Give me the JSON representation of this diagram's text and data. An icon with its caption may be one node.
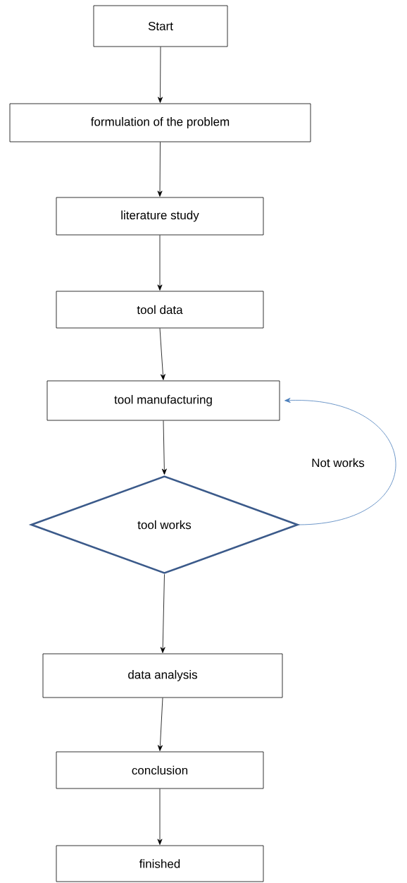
{
  "diagram": {
    "nodes": [
      {
        "text": [
          "Start"
        ]
      },
      {
        "text": [
          "formulation of the problem"
        ]
      },
      {
        "text": [
          "literature study"
        ]
      },
      {
        "text": [
          "tool data"
        ]
      },
      {
        "text": [
          "tool manufacturing"
        ]
      },
      {
        "text": [
          "tool works"
        ]
      },
      {
        "text": [
          "data analysis"
        ]
      },
      {
        "text": [
          "conclusion"
        ]
      },
      {
        "text": [
          "finished"
        ]
      }
    ],
    "edges": [
      {
        "from": 0,
        "to": 1,
        "arrow": "to"
      },
      {
        "from": 1,
        "to": 2,
        "arrow": "to"
      },
      {
        "from": 2,
        "to": 3,
        "arrow": "to"
      },
      {
        "from": 3,
        "to": 4,
        "arrow": "to"
      },
      {
        "from": 4,
        "to": 5,
        "arrow": "to"
      },
      {
        "from": 5,
        "to": 4,
        "arrow": "to",
        "label": "Not works",
        "color": "#4a7ebb"
      },
      {
        "from": 5,
        "to": 6,
        "arrow": "to"
      },
      {
        "from": 6,
        "to": 7,
        "arrow": "to"
      },
      {
        "from": 7,
        "to": 8,
        "arrow": "to"
      }
    ]
  }
}
